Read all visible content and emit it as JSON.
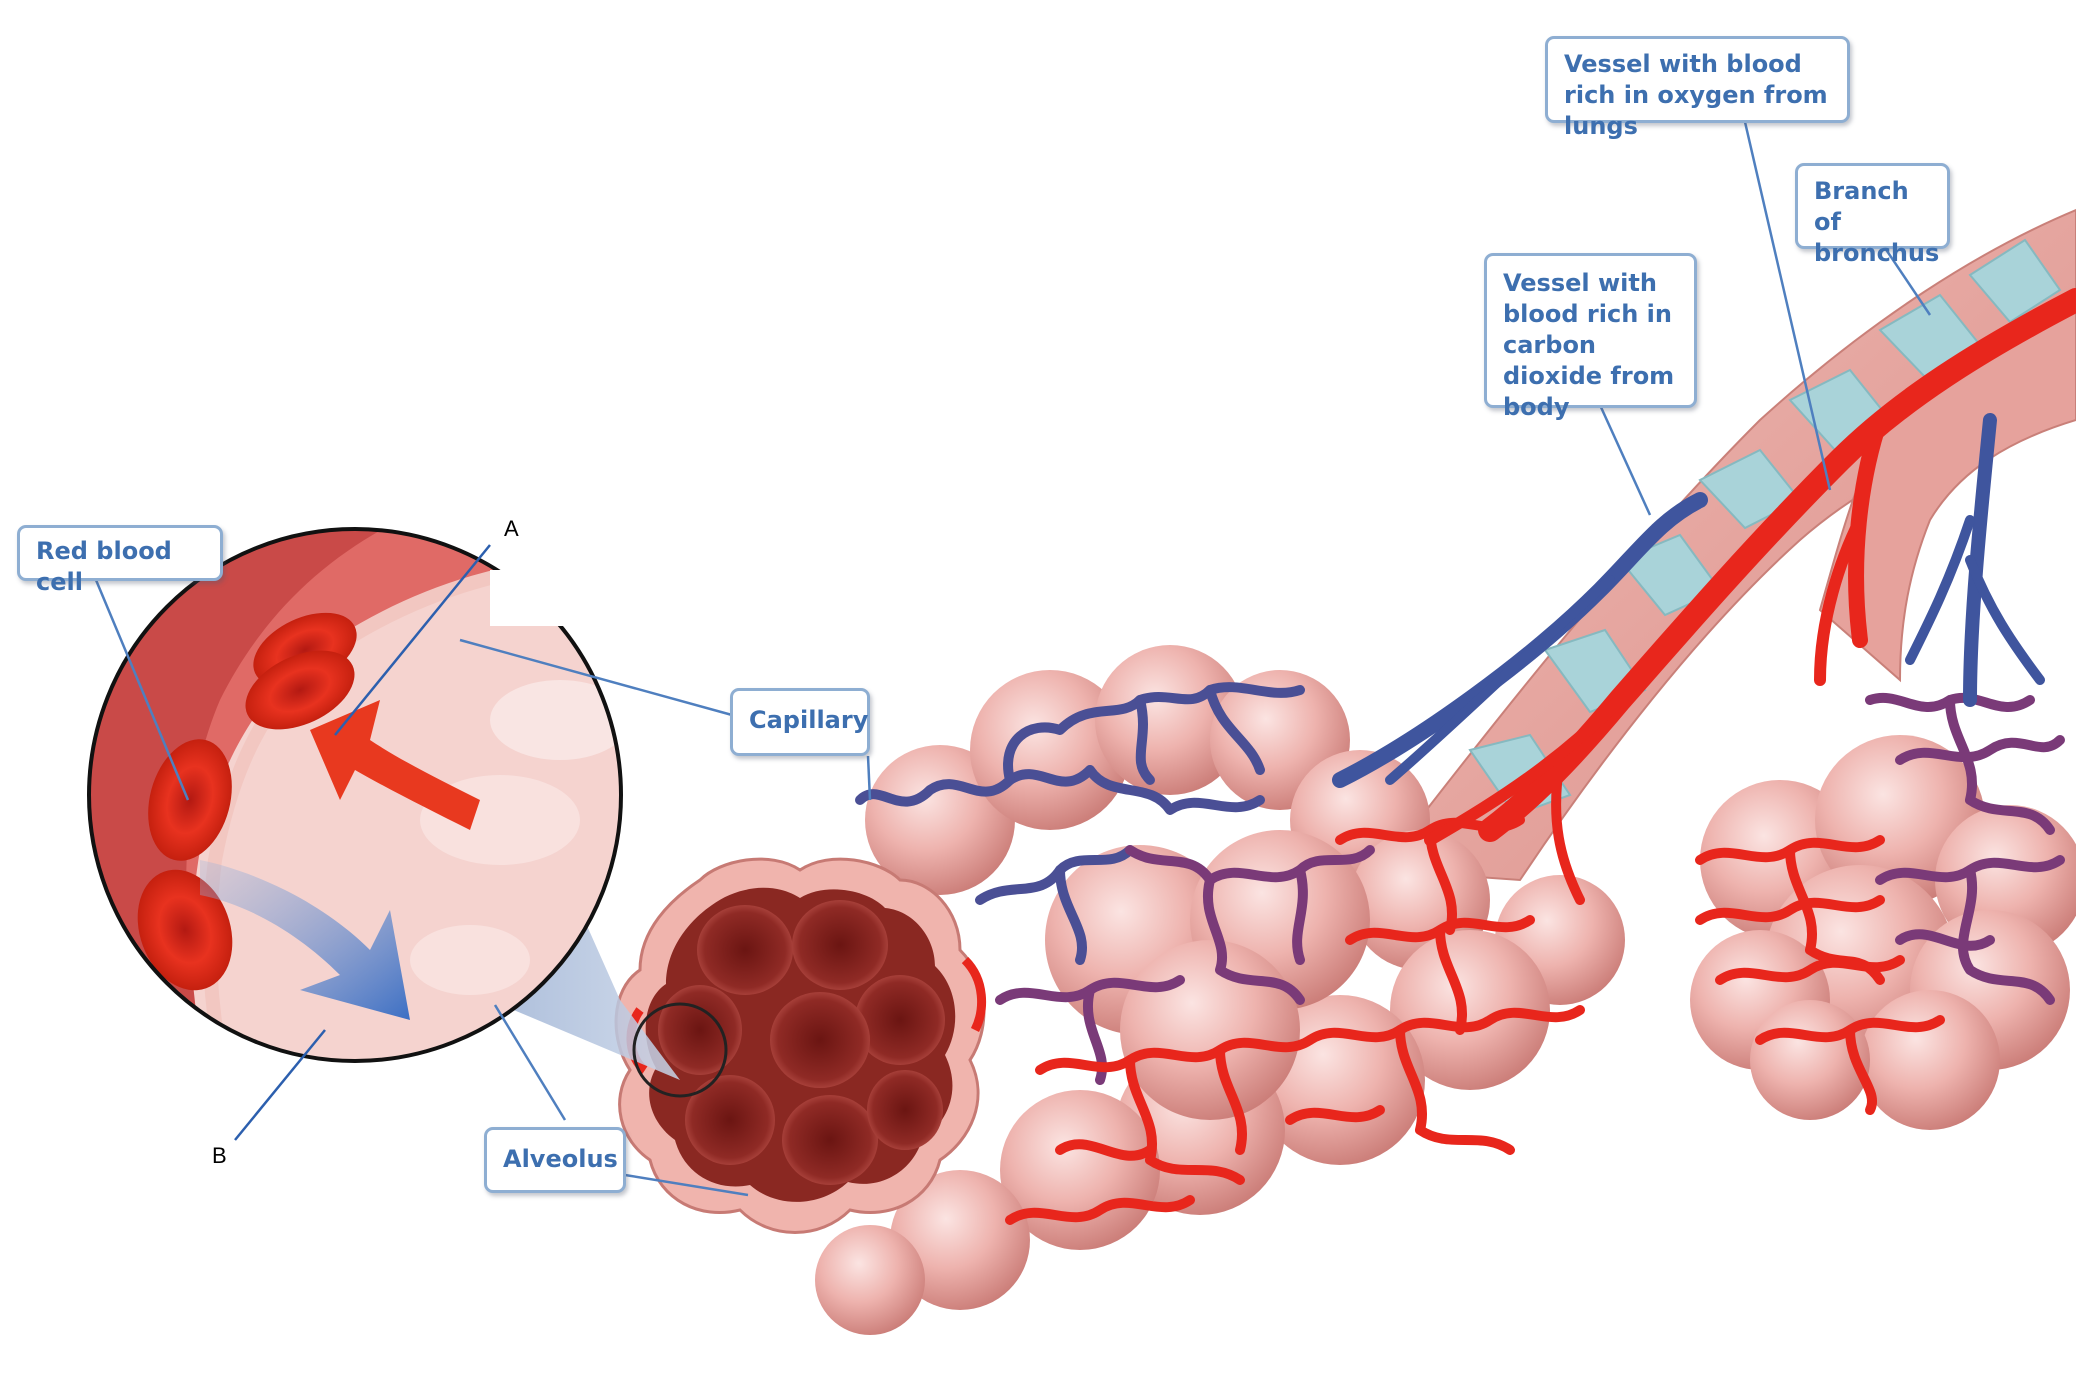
{
  "labels": {
    "red_blood_cell": "Red blood cell",
    "capillary": "Capillary",
    "alveolus": "Alveolus",
    "vessel_oxygen": "Vessel with blood rich in oxygen from lungs",
    "branch_bronchus": "Branch of bronchus",
    "vessel_co2": "Vessel with blood rich in carbon dioxide from body",
    "marker_a": "A",
    "marker_b": "B"
  },
  "colors": {
    "oxygenated_vessel": "#e8261c",
    "deoxygenated_vessel": "#3f559e",
    "mixed_vessel": "#7a3a78",
    "alveolus_tissue": "#e7a39f",
    "bronchus_tissue": "#e9a8a2",
    "bronchus_cartilage": "#a9d3d9",
    "callout_border": "#8eaed2",
    "callout_text": "#3d6faf"
  }
}
